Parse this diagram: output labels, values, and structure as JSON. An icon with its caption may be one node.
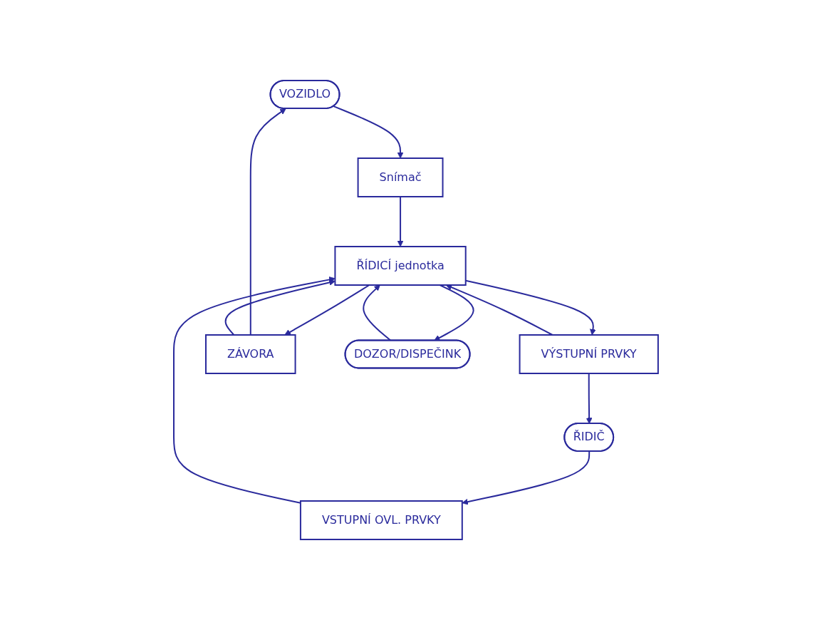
{
  "diagram": {
    "nodes": [
      {
        "text": [
          "VOZIDLO"
        ]
      },
      {
        "text": [
          "ŘIDIČ"
        ]
      },
      {
        "text": [
          "Snímač"
        ]
      },
      {
        "text": [
          "VSTUPNÍ OVL. PRVKY"
        ]
      },
      {
        "text": [
          "ŘÍDICÍ jednotka"
        ]
      },
      {
        "text": [
          "VÝSTUPNÍ PRVKY"
        ]
      },
      {
        "text": [
          "ZÁVORA"
        ]
      },
      {
        "text": [
          "DOZOR/DISPEČINK"
        ]
      }
    ],
    "edges": [
      {
        "from": 0,
        "to": 2,
        "arrow": "to"
      },
      {
        "from": 1,
        "to": 3,
        "arrow": "to"
      },
      {
        "from": 2,
        "to": 4,
        "arrow": "to"
      },
      {
        "from": 3,
        "to": 4,
        "arrow": "to"
      },
      {
        "from": 4,
        "to": 5,
        "arrow": "to"
      },
      {
        "from": 5,
        "to": 4,
        "arrow": "to"
      },
      {
        "from": 5,
        "to": 1,
        "arrow": "to"
      },
      {
        "from": 6,
        "to": 0,
        "arrow": "to"
      },
      {
        "from": 6,
        "to": 4,
        "arrow": "to"
      },
      {
        "from": 4,
        "to": 6,
        "arrow": "to"
      },
      {
        "from": 4,
        "to": 7,
        "arrow": "to"
      },
      {
        "from": 7,
        "to": 4,
        "arrow": "to"
      }
    ]
  }
}
